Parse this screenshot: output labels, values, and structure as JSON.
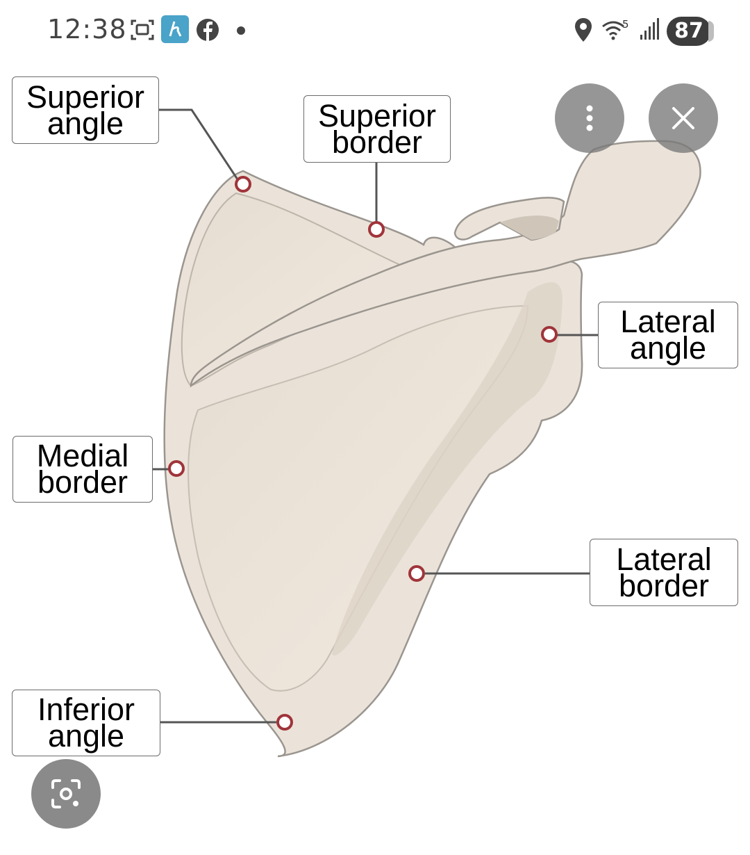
{
  "status_bar": {
    "time": "12:38",
    "wifi_badge": "5",
    "battery_level": "87",
    "icons": [
      "screenshot-icon",
      "kite-app-icon",
      "facebook-icon",
      "notification-dot-icon",
      "location-icon",
      "wifi-icon",
      "signal-icon",
      "battery-icon"
    ]
  },
  "diagram": {
    "labels": {
      "superior_angle": [
        "Superior",
        "angle"
      ],
      "superior_border": [
        "Superior",
        "border"
      ],
      "lateral_angle": [
        "Lateral",
        "angle"
      ],
      "medial_border": [
        "Medial",
        "border"
      ],
      "lateral_border": [
        "Lateral",
        "border"
      ],
      "inferior_angle": [
        "Inferior",
        "angle"
      ]
    },
    "colors": {
      "bone_fill": "#ede4da",
      "bone_outline": "#9a958f",
      "marker": "#a0343a",
      "leader_line": "#555555"
    }
  },
  "overlay_buttons": {
    "icons": [
      "more-vert-icon",
      "close-icon",
      "lens-search-icon"
    ]
  }
}
